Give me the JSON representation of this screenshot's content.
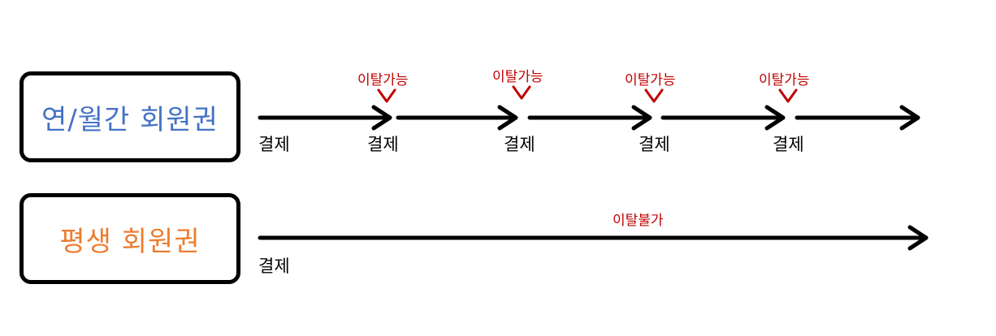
{
  "periodic": {
    "label": "연/월간 회원권",
    "label_color": "#4472c4",
    "payment_label": "결제",
    "exit_label": "이탈가능",
    "exit_color": "#c00000"
  },
  "lifetime": {
    "label": "평생 회원권",
    "label_color": "#ed7d31",
    "payment_label": "결제",
    "exit_label": "이탈불가",
    "exit_color": "#c00000"
  },
  "arrow_color": "#000000"
}
